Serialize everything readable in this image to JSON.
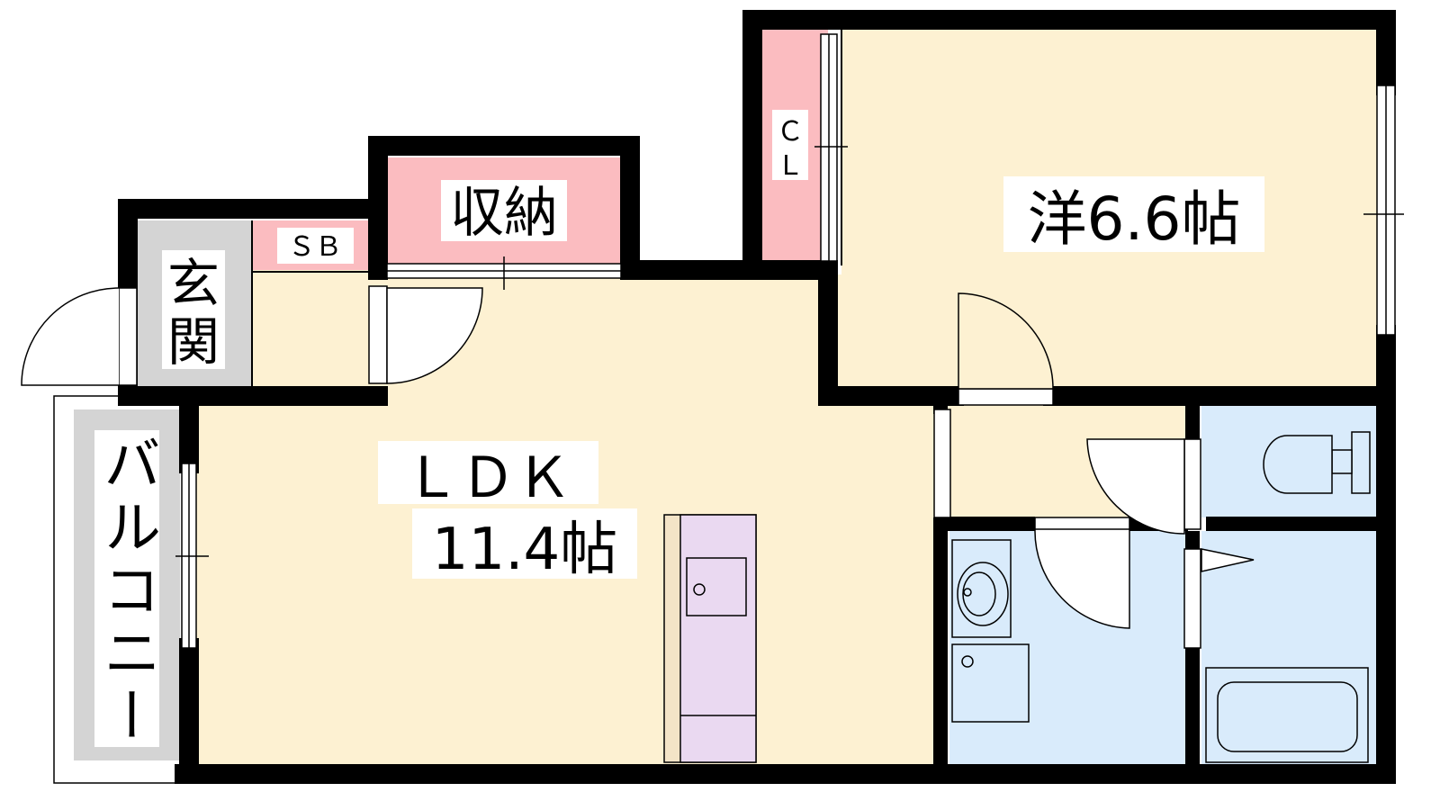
{
  "rooms": {
    "western": {
      "label": "洋6.6帖"
    },
    "ldk": {
      "name": "ＬＤＫ",
      "size": "11.4帖"
    },
    "storage": {
      "label": "収納"
    },
    "closet": {
      "line1": "Ｃ",
      "line2": "Ｌ"
    },
    "shoebox": {
      "label": "ＳＢ"
    },
    "entrance": {
      "line1": "玄",
      "line2": "関"
    },
    "balcony": {
      "label": "バルコニー"
    }
  },
  "colors": {
    "wall": "#000000",
    "living_floor": "#fdf1d2",
    "storage_fill": "#fbbcc0",
    "entrance_fill": "#d4d4d4",
    "wet_area_fill": "#d9ebfb",
    "kitchen_fill": "#ead9f1",
    "counter_fill": "#f3e4c7"
  }
}
